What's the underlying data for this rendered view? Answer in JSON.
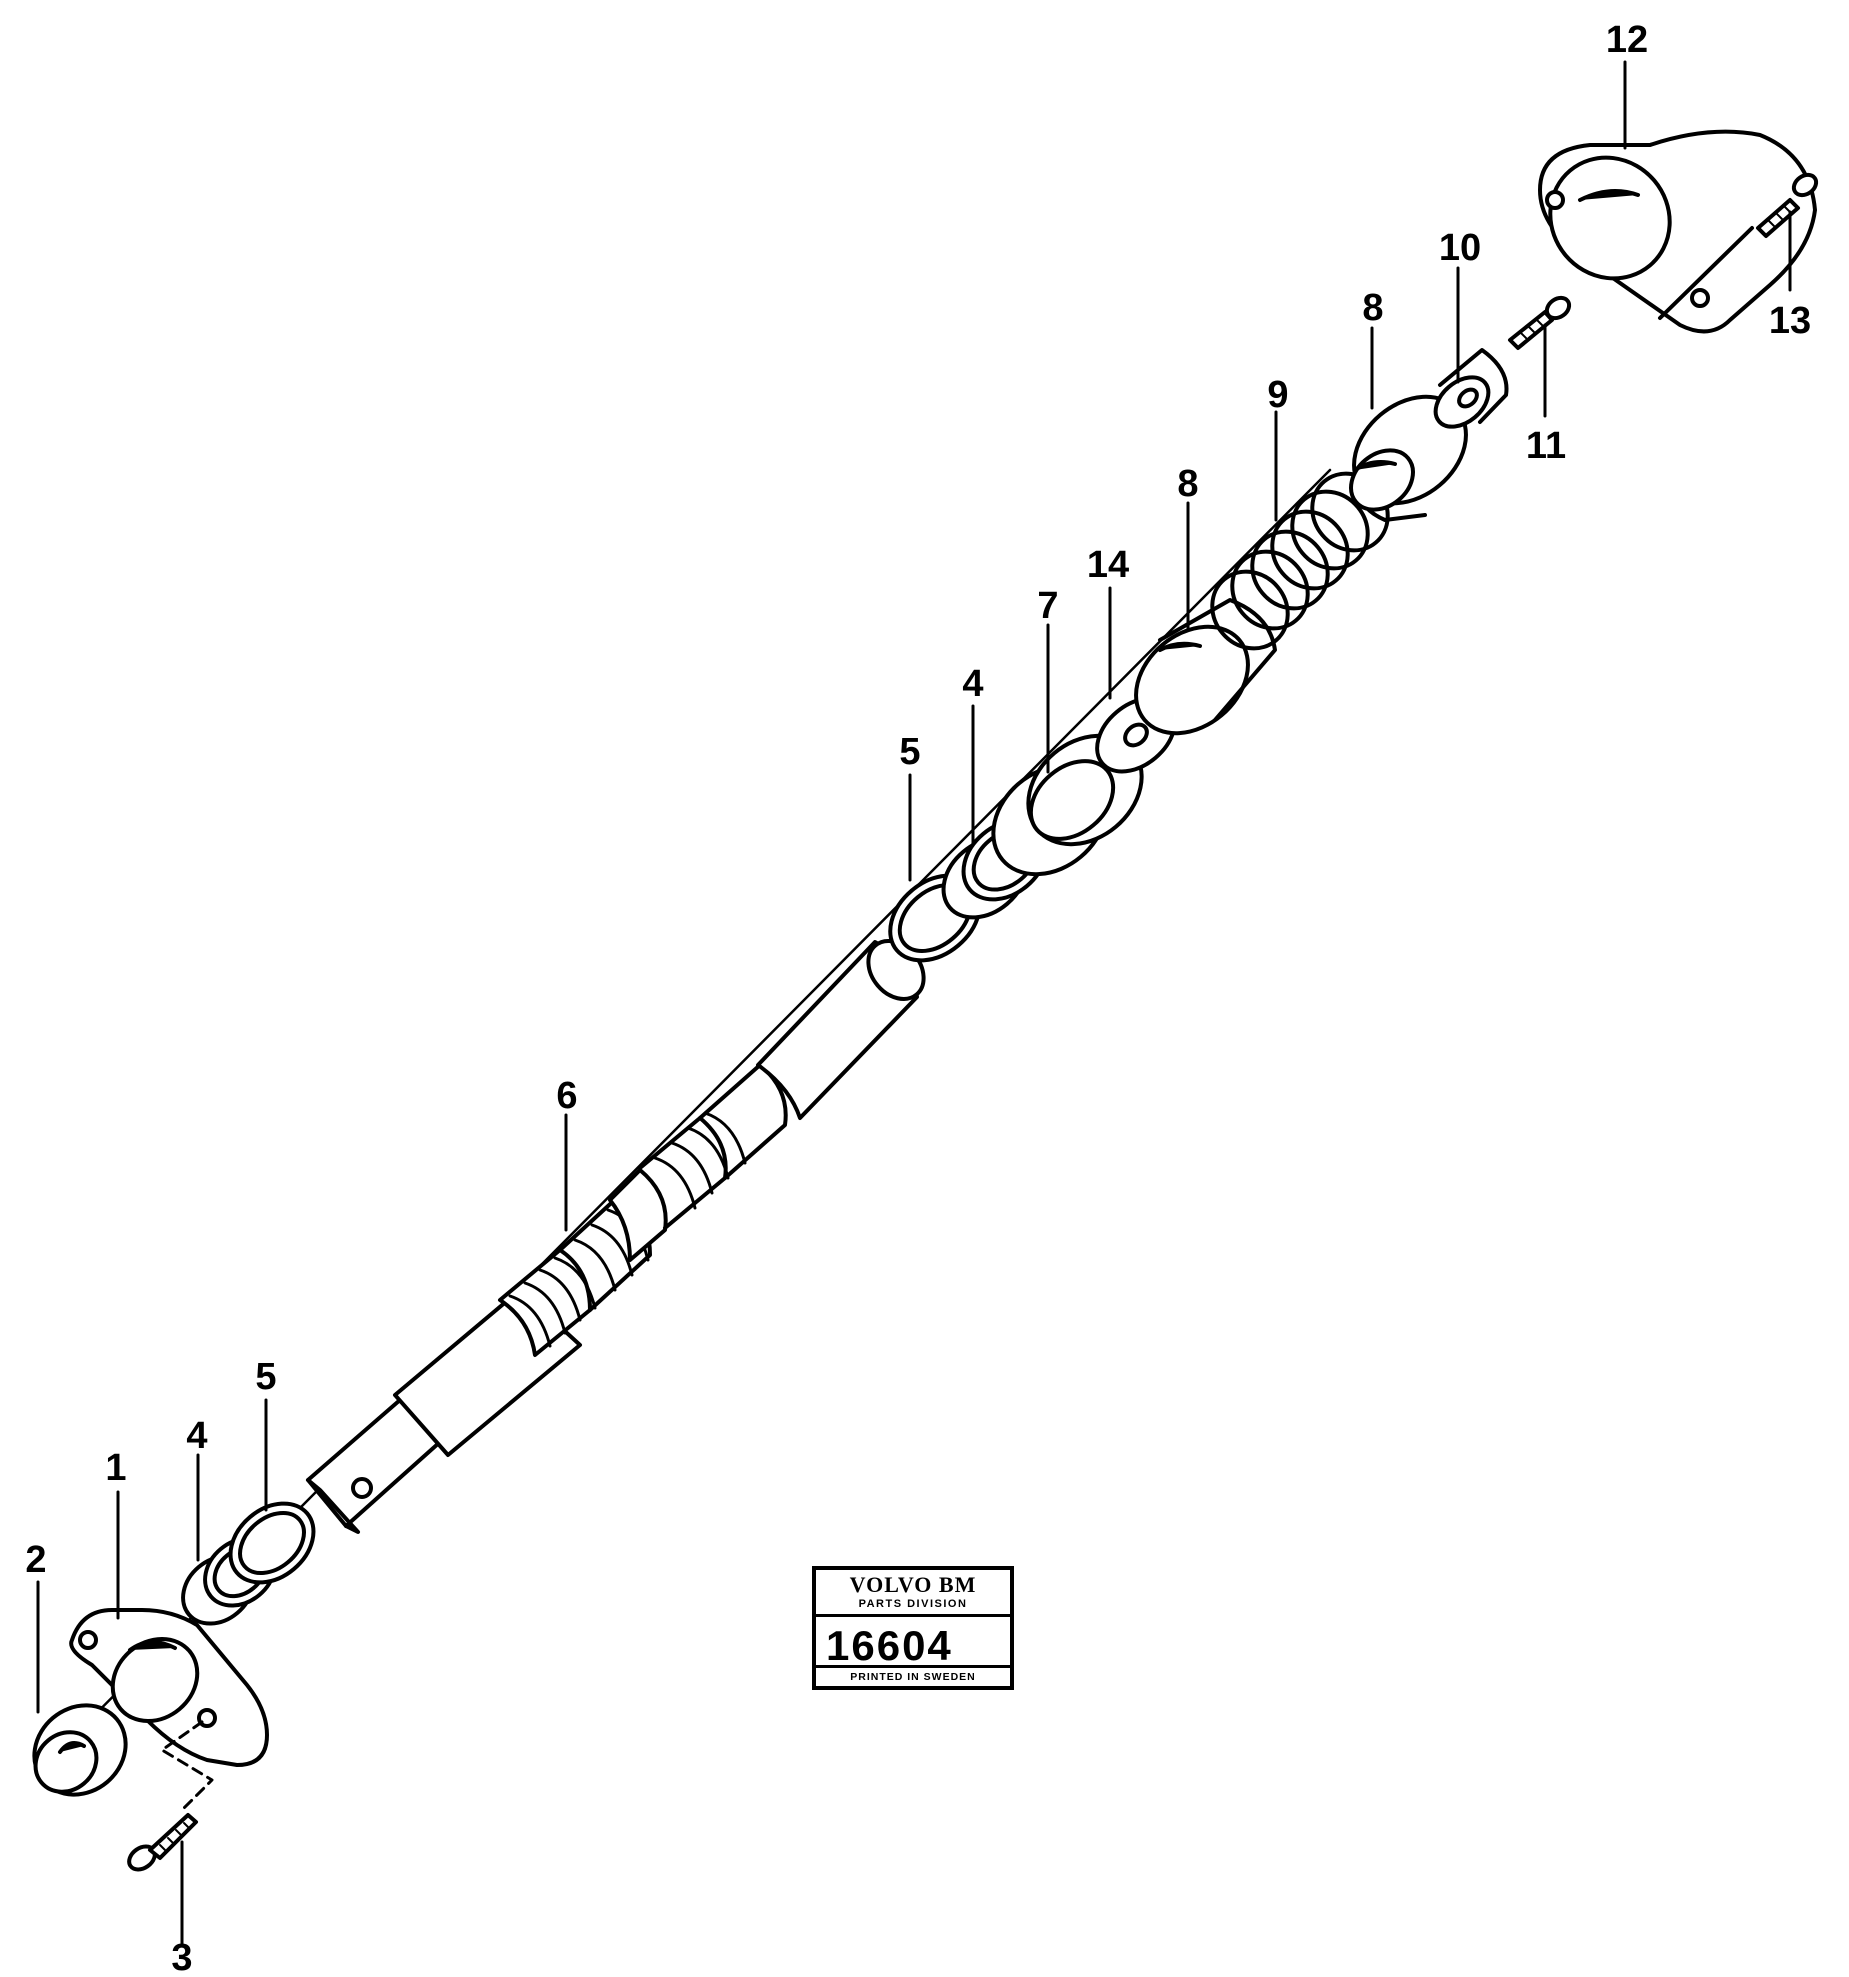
{
  "callouts": [
    {
      "id": "c1",
      "text": "1"
    },
    {
      "id": "c2",
      "text": "2"
    },
    {
      "id": "c3",
      "text": "3"
    },
    {
      "id": "c4a",
      "text": "4"
    },
    {
      "id": "c5a",
      "text": "5"
    },
    {
      "id": "c6",
      "text": "6"
    },
    {
      "id": "c5b",
      "text": "5"
    },
    {
      "id": "c4b",
      "text": "4"
    },
    {
      "id": "c7",
      "text": "7"
    },
    {
      "id": "c14",
      "text": "14"
    },
    {
      "id": "c8a",
      "text": "8"
    },
    {
      "id": "c9",
      "text": "9"
    },
    {
      "id": "c8b",
      "text": "8"
    },
    {
      "id": "c10",
      "text": "10"
    },
    {
      "id": "c11",
      "text": "11"
    },
    {
      "id": "c12",
      "text": "12"
    },
    {
      "id": "c13",
      "text": "13"
    }
  ],
  "label": {
    "brand": "VOLVO BM",
    "division": "PARTS DIVISION",
    "number": "16604",
    "printed": "PRINTED IN SWEDEN"
  }
}
